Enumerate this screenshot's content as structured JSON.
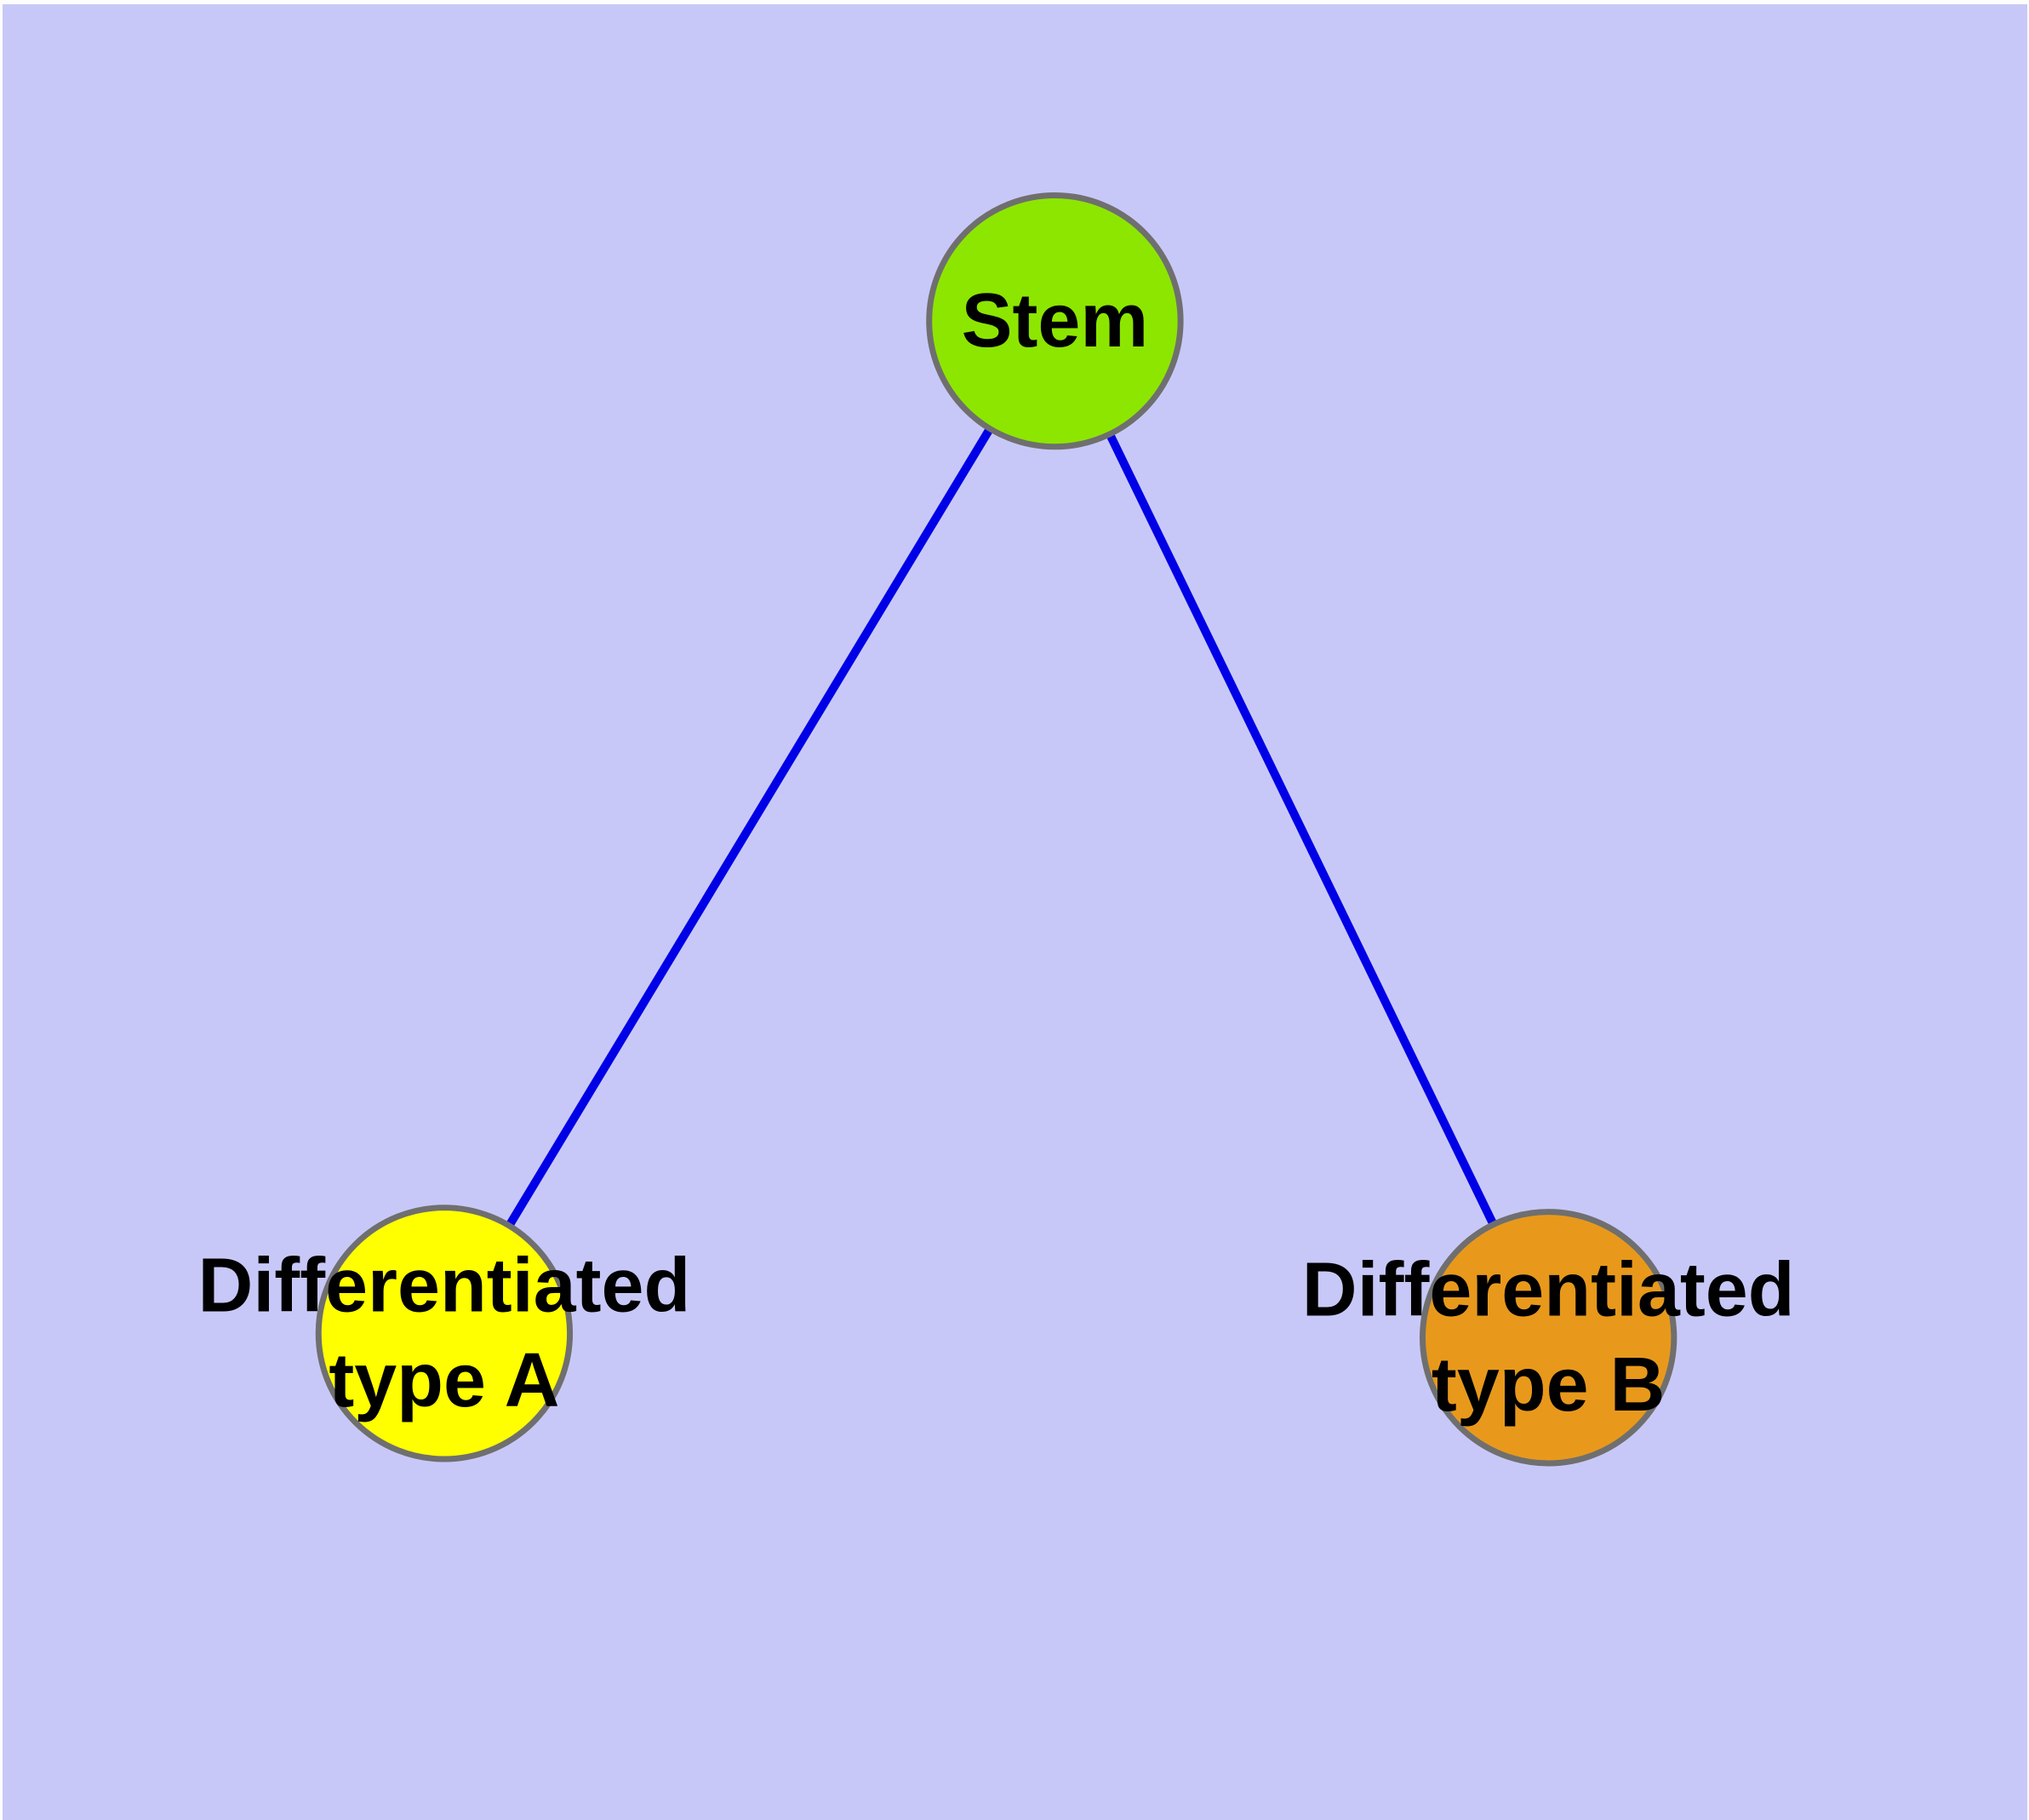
{
  "diagram": {
    "title": "",
    "background_color": "#c8c8f8",
    "frame_color": "#fdfdfe",
    "edge_color": "#0000e6",
    "node_border_color": "#6f6f6f",
    "label_color": "#000000",
    "nodes": {
      "stem": {
        "label": "Stem",
        "fill": "#8de600"
      },
      "type_a": {
        "label_line1": "Differentiated",
        "label_line2": "type A",
        "fill": "#ffff00"
      },
      "type_b": {
        "label_line1": "Differentiated",
        "label_line2": "type B",
        "fill": "#e8991c"
      }
    },
    "edges": [
      {
        "from": "Stem",
        "to": "Differentiated type A"
      },
      {
        "from": "Stem",
        "to": "Differentiated type B"
      }
    ]
  }
}
